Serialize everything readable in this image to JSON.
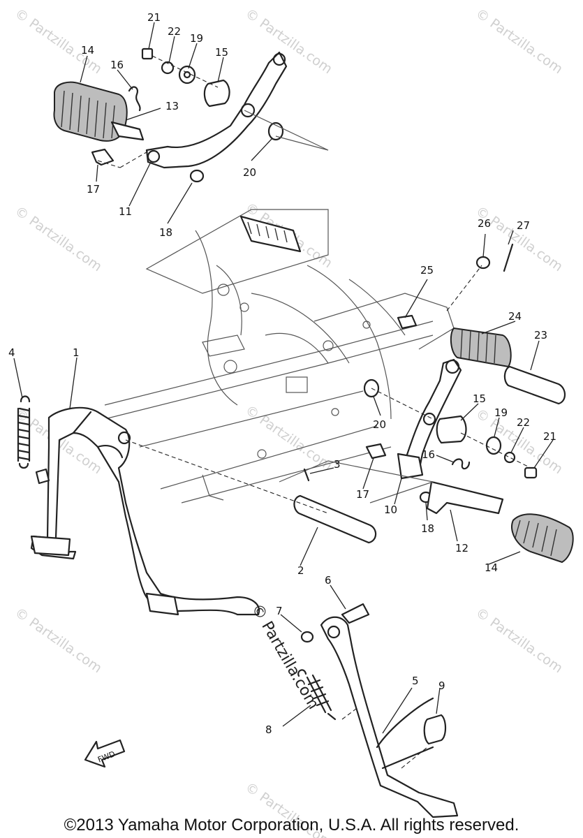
{
  "watermarks": [
    "© Partzilla.com",
    "© Partzilla.com",
    "© Partzilla.com",
    "© Partzilla.com",
    "© Partzilla.com",
    "© Partzilla.com",
    "© Partzilla.com",
    "© Partzilla.com",
    "© Partzilla.com",
    "© Partzilla.com",
    "© Partzilla.com",
    "© Partzilla.com"
  ],
  "center_watermark": "© Partzilla.com",
  "callouts": [
    "21",
    "22",
    "19",
    "15",
    "14",
    "16",
    "13",
    "17",
    "11",
    "18",
    "20",
    "26",
    "27",
    "25",
    "24",
    "23",
    "4",
    "1",
    "20",
    "15",
    "19",
    "22",
    "21",
    "16",
    "3",
    "17",
    "10",
    "18",
    "12",
    "2",
    "14",
    "6",
    "7",
    "5",
    "9",
    "8"
  ],
  "fwd_label": "FWD",
  "copyright": "©2013 Yamaha Motor Corporation, U.S.A. All rights reserved."
}
